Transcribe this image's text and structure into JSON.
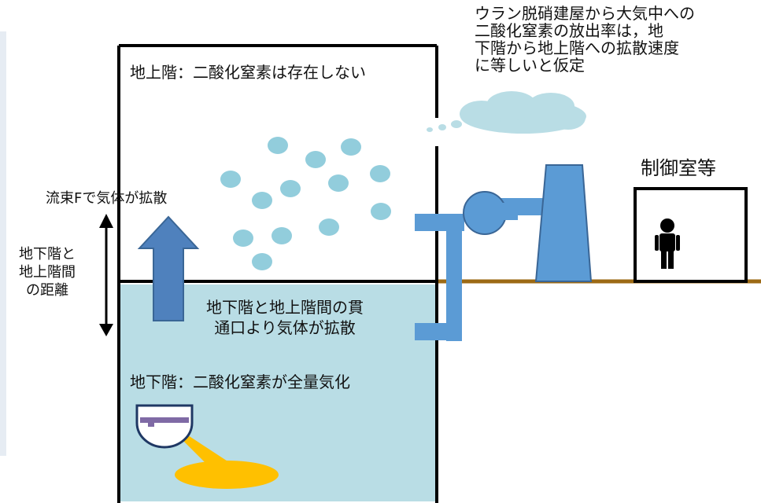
{
  "labels": {
    "aboveground": "地上階：二酸化窒素は存在しない",
    "underground": "地下階：二酸化窒素が全量気化",
    "release_assumption": "ウラン脱硝建屋から大気中への\n二酸化窒素の放出率は，地\n下階から地上階への拡散速度\nに等しいと仮定",
    "control_room": "制御室等",
    "flux": "流束Fで気体が拡散",
    "distance": "地下階と\n地上階間\nの距離",
    "opening": "地下階と地上階間の貫\n通口より気体が拡散"
  },
  "icons": {
    "arrow": "upward-diffusion-arrow",
    "double_arrow": "vertical-distance-arrow",
    "person": "person-icon",
    "stack": "exhaust-stack-icon",
    "fan": "exhaust-fan-icon",
    "cloud": "atmosphere-cloud-icon",
    "vessel": "vessel-icon",
    "spill": "liquid-spill-icon"
  },
  "colors": {
    "water": "#b9dde5",
    "gas": "#92cddc",
    "blue": "#5b9bd5",
    "arrow": "#4f81bd",
    "ground": "#9c6a15",
    "spill": "#ffc000",
    "vessel_fill": "#7f6aa5",
    "vessel_line": "#1f3864"
  }
}
